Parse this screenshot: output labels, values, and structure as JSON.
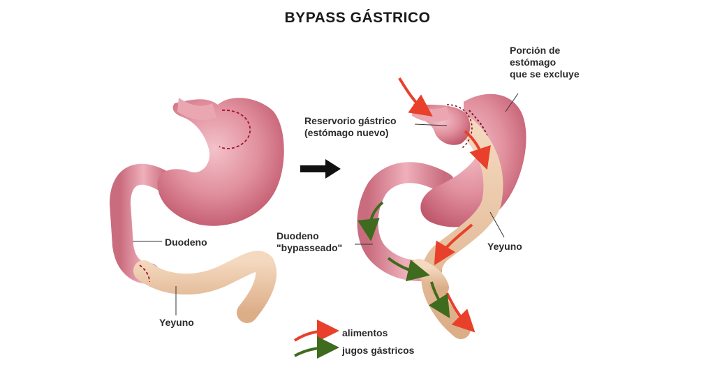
{
  "title": "BYPASS GÁSTRICO",
  "before": {
    "duodeno_label": "Duodeno",
    "yeyuno_label": "Yeyuno"
  },
  "after": {
    "porcion_label": "Porción de\nestómago\nque se excluye",
    "reservorio_label": "Reservorio gástrico\n(estómago nuevo)",
    "duodeno_label": "Duodeno\n\"bypasseado\"",
    "yeyuno_label": "Yeyuno"
  },
  "legend": {
    "food_label": "alimentos",
    "juice_label": "jugos gástricos"
  },
  "colors": {
    "stomach": "#d77a8a",
    "stomach_light": "#f1b7c0",
    "intestine": "#eec9a6",
    "food_arrow": "#e8402a",
    "juice_arrow": "#3f6b1e"
  }
}
